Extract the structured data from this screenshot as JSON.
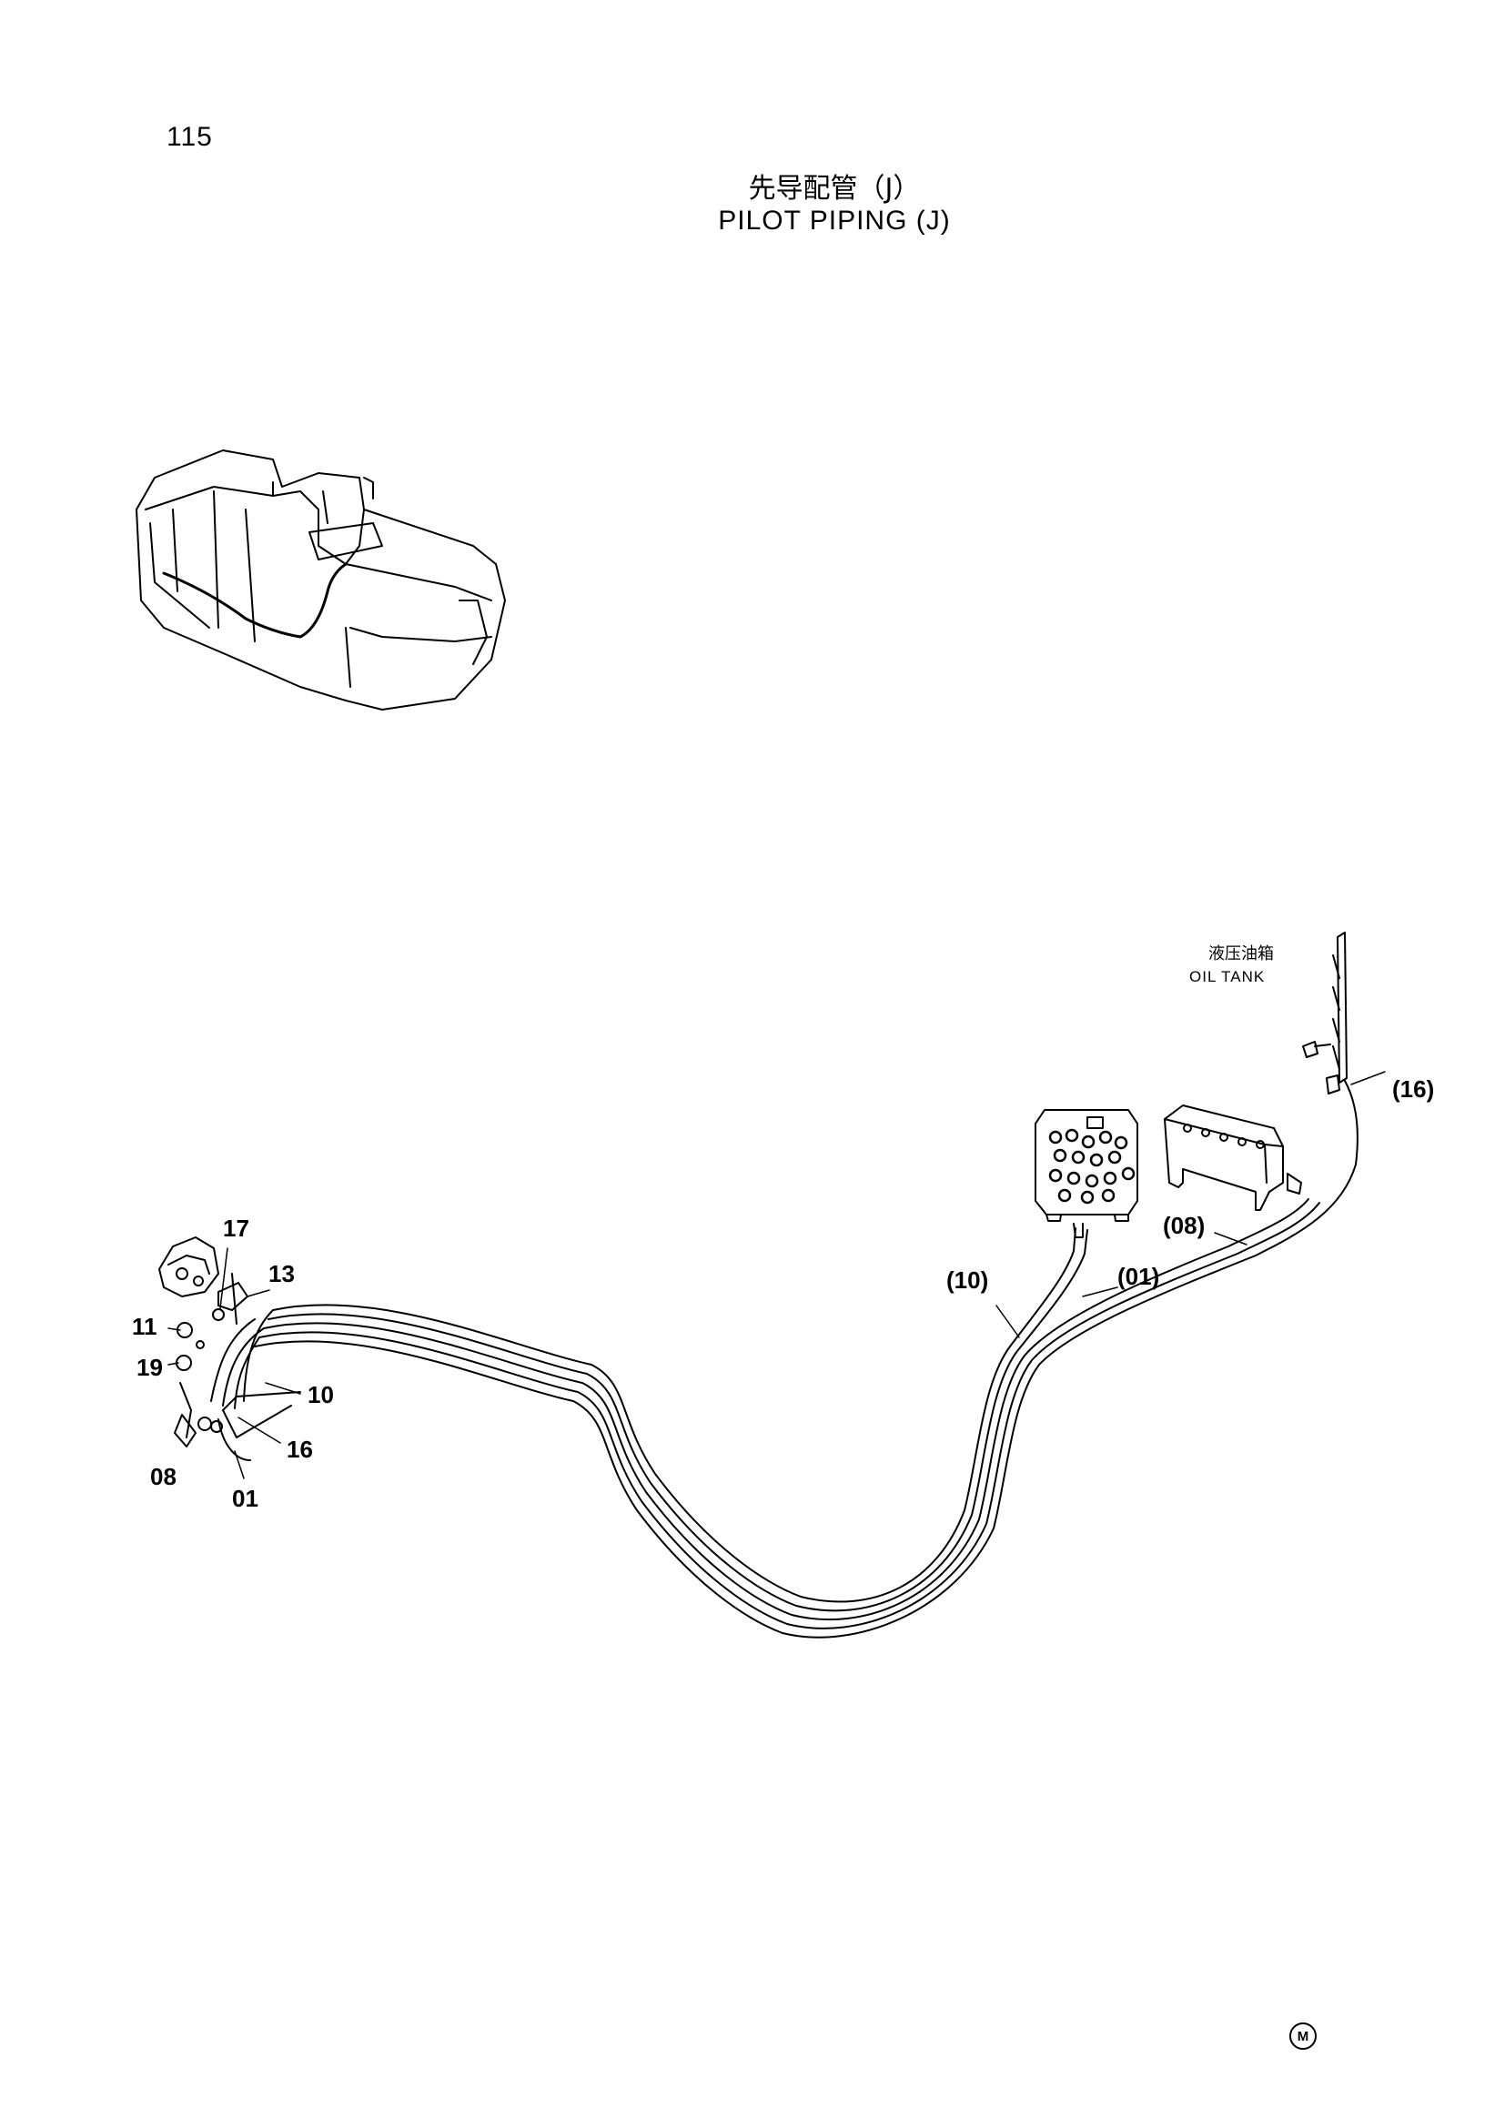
{
  "page_number": "115",
  "title_cn": "先导配管（J）",
  "title_en": "PILOT PIPING (J)",
  "callouts": {
    "c17": "17",
    "c13": "13",
    "c11": "11",
    "c19": "19",
    "c10": "10",
    "c16": "16",
    "c08": "08",
    "c01": "01",
    "p10": "(10)",
    "p01": "(01)",
    "p08": "(08)",
    "p16": "(16)"
  },
  "oil_tank_cn": "液压油箱",
  "oil_tank_en": "OIL TANK",
  "corner_mark": "M"
}
